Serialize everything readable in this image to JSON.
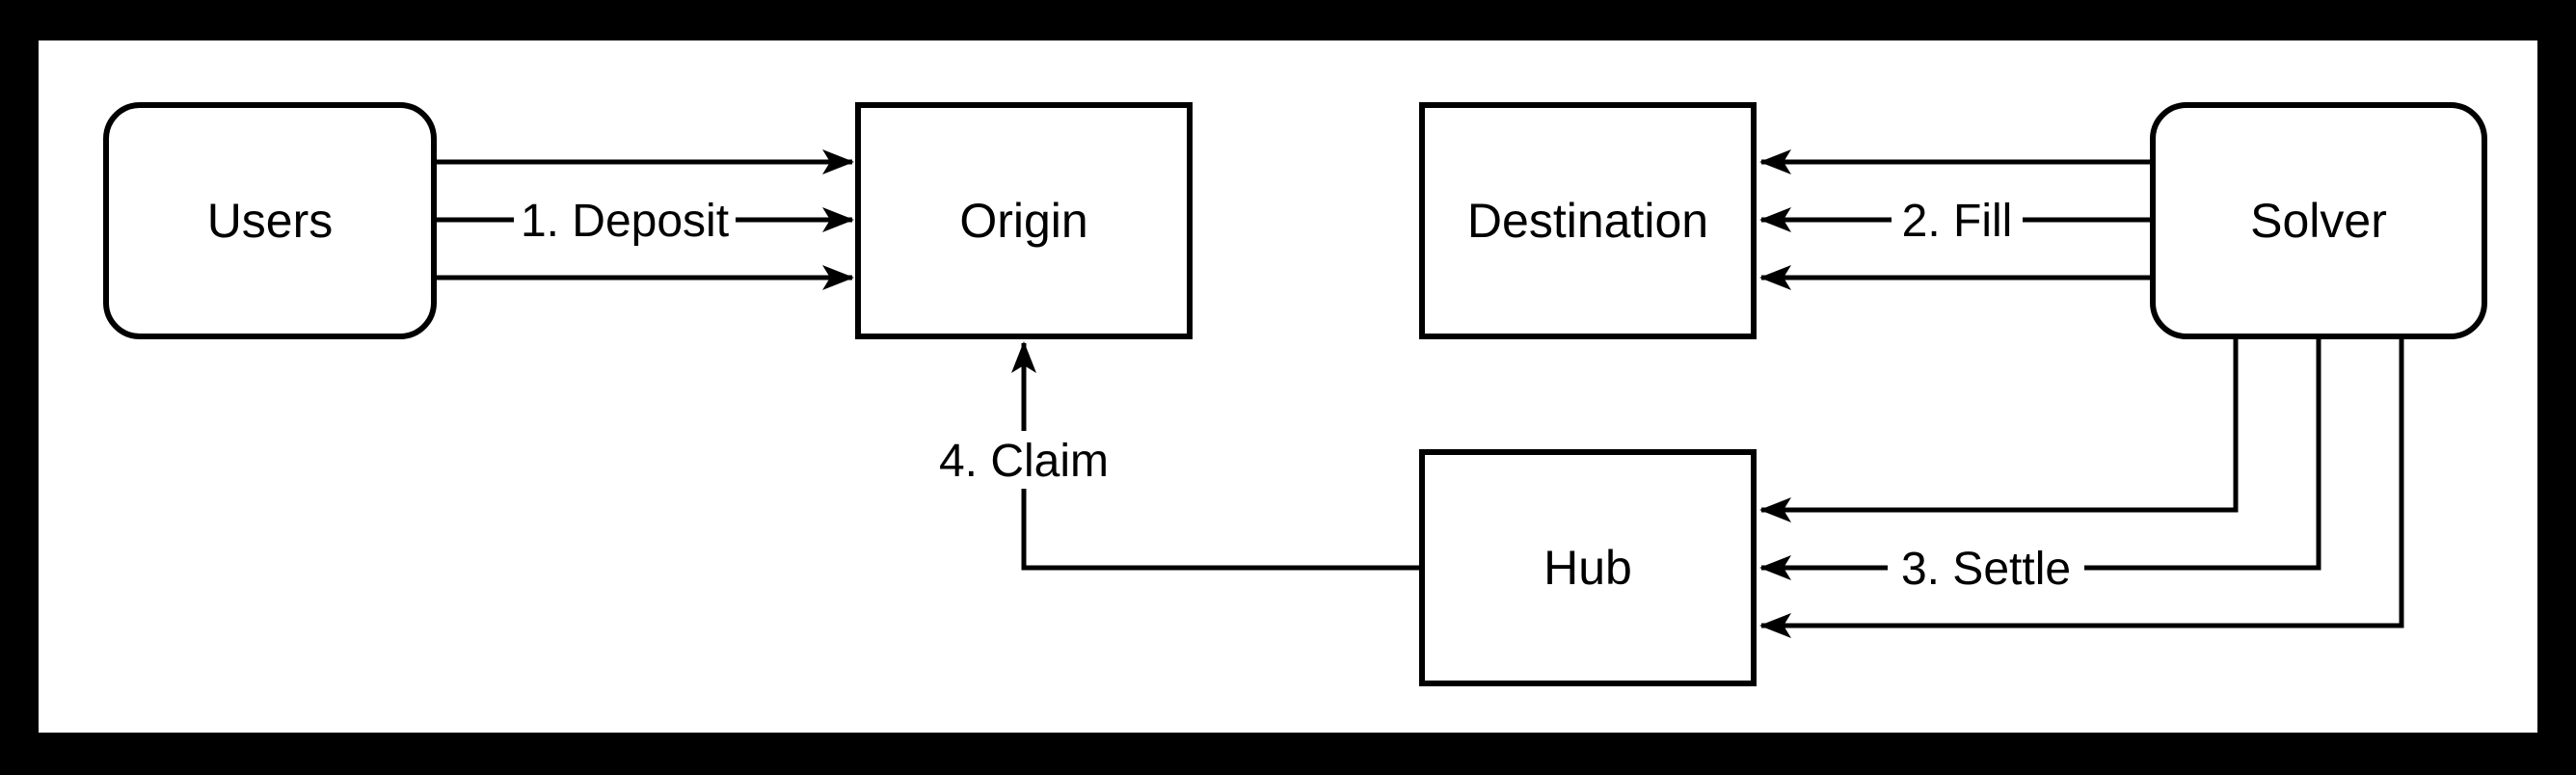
{
  "diagram": {
    "colors": {
      "frame_background": "#000000",
      "canvas": "#ffffff",
      "stroke": "#000000",
      "text": "#000000"
    },
    "nodes": [
      {
        "id": "users",
        "label": "Users",
        "shape": "rounded-rectangle"
      },
      {
        "id": "origin",
        "label": "Origin",
        "shape": "rectangle"
      },
      {
        "id": "destination",
        "label": "Destination",
        "shape": "rectangle"
      },
      {
        "id": "solver",
        "label": "Solver",
        "shape": "rounded-rectangle"
      },
      {
        "id": "hub",
        "label": "Hub",
        "shape": "rectangle"
      }
    ],
    "edges": [
      {
        "id": "deposit",
        "label": "1. Deposit",
        "from": "Users",
        "to": "Origin",
        "arrow_count": 3
      },
      {
        "id": "fill",
        "label": "2. Fill",
        "from": "Solver",
        "to": "Destination",
        "arrow_count": 3
      },
      {
        "id": "settle",
        "label": "3. Settle",
        "from": "Solver",
        "to": "Hub",
        "arrow_count": 3
      },
      {
        "id": "claim",
        "label": "4. Claim",
        "from": "Hub",
        "to": "Origin",
        "arrow_count": 1
      }
    ]
  }
}
